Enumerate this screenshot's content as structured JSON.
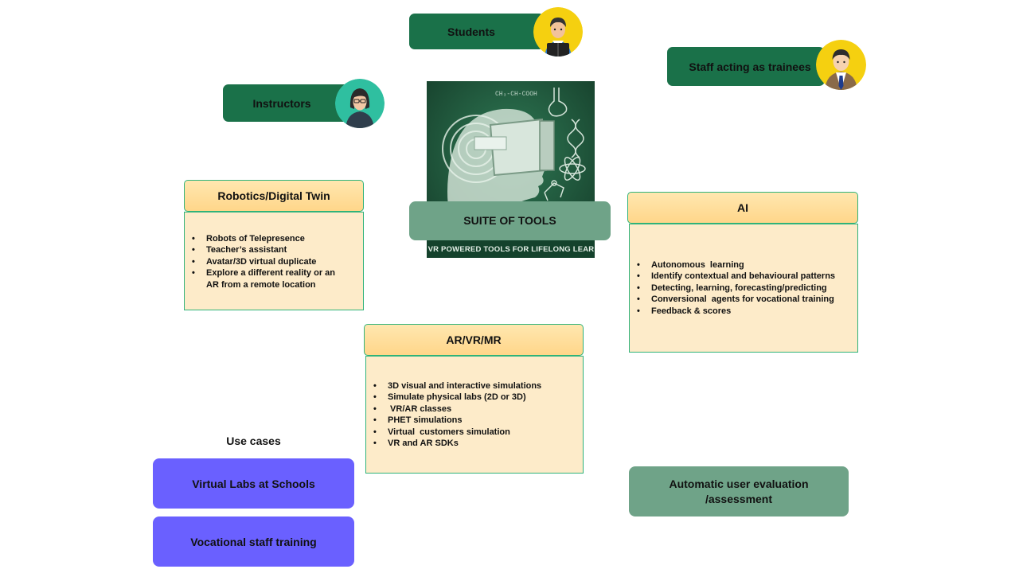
{
  "roles": {
    "students": "Students",
    "staff": "Staff acting as trainees",
    "instructors": "Instructors"
  },
  "center": {
    "suite_label": "SUITE OF TOOLS",
    "banner": "A.I & VR POWERED TOOLS FOR LIFELONG LEARNING",
    "board_text": "CH₃-CH-COOH"
  },
  "robotics": {
    "title": "Robotics/Digital Twin",
    "items": [
      "Robots of Telepresence",
      "Teacher’s assistant",
      "Avatar/3D virtual duplicate",
      "Explore a different reality or an AR from a remote location"
    ]
  },
  "ai": {
    "title": "AI",
    "items": [
      "Autonomous  learning",
      "Identify contextual and behavioural patterns",
      "Detecting, learning, forecasting/predicting",
      "Conversional  agents for vocational training",
      "Feedback & scores"
    ]
  },
  "arvr": {
    "title": "AR/VR/MR",
    "items": [
      "3D visual and interactive simulations",
      "Simulate physical labs (2D or 3D)",
      " VR/AR classes",
      "PHET simulations",
      "Virtual  customers simulation",
      "VR and AR SDKs"
    ]
  },
  "use_cases": {
    "heading": "Use cases",
    "items": [
      "Virtual Labs at Schools",
      "Vocational staff training"
    ]
  },
  "evaluation": {
    "line1": "Automatic user evaluation",
    "line2": "/assessment"
  }
}
